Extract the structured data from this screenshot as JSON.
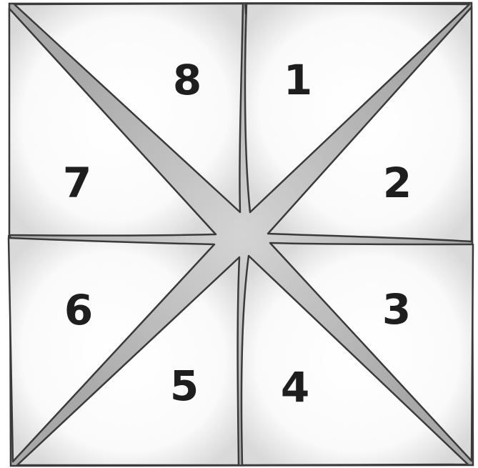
{
  "fortune_teller": {
    "flaps": [
      {
        "id": "flap-1",
        "number": "1"
      },
      {
        "id": "flap-2",
        "number": "2"
      },
      {
        "id": "flap-3",
        "number": "3"
      },
      {
        "id": "flap-4",
        "number": "4"
      },
      {
        "id": "flap-5",
        "number": "5"
      },
      {
        "id": "flap-6",
        "number": "6"
      },
      {
        "id": "flap-7",
        "number": "7"
      },
      {
        "id": "flap-8",
        "number": "8"
      }
    ],
    "colors": {
      "paper": "#ffffff",
      "paper_edge_shade": "#d9d9d9",
      "fold_gap": "#a8a8a8",
      "fold_gap_light": "#d4d4d4",
      "outline": "#3a3a3a",
      "number": "#1e1e1e"
    }
  }
}
